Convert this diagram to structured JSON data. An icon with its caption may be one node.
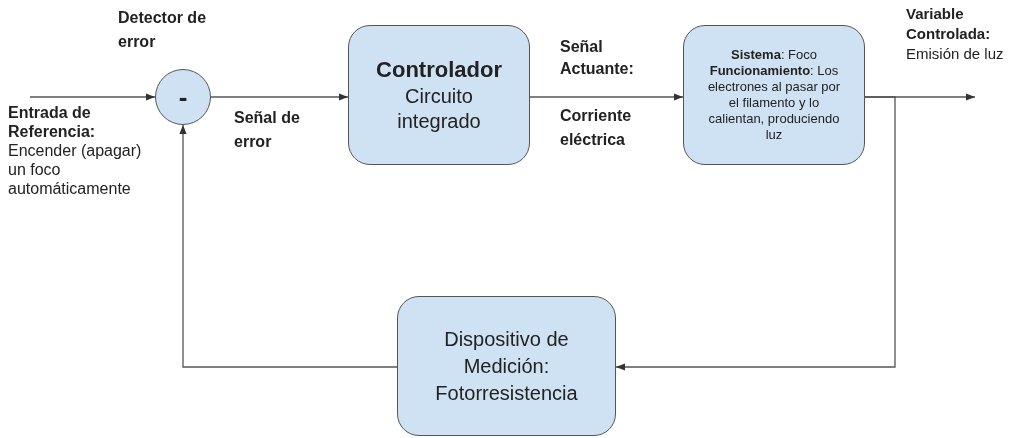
{
  "diagram": {
    "nodes": [
      {
        "text": [
          "-"
        ],
        "beside": [
          "Detector de error"
        ]
      },
      {
        "text": [
          "Controlador",
          "Circuito integrado"
        ]
      },
      {
        "text": [
          "**Sistema**: Foco",
          "**Funcionamiento**: Los electrones al pasar por el filamento y lo calientan, produciendo luz"
        ]
      },
      {
        "text": [
          "Dispositivo de Medición: Fotorresistencia"
        ]
      }
    ],
    "edges": [
      {
        "from": null,
        "to": 0,
        "arrow": "to"
      },
      {
        "from": 0,
        "to": 1,
        "arrow": "to"
      },
      {
        "from": 1,
        "to": 2,
        "arrow": "to"
      },
      {
        "from": 2,
        "to": null,
        "arrow": "to"
      },
      {
        "from": 2,
        "to": 3,
        "arrow": "to"
      },
      {
        "from": 3,
        "to": 0,
        "arrow": "to"
      }
    ],
    "labels": [
      "**Entrada de Referencia:** Encender (apagar) un foco automáticamente",
      "Señal de error",
      "Señal Actuante:",
      "Corriente eléctrica",
      "**Variable Controlada:** Emisión de luz"
    ]
  }
}
